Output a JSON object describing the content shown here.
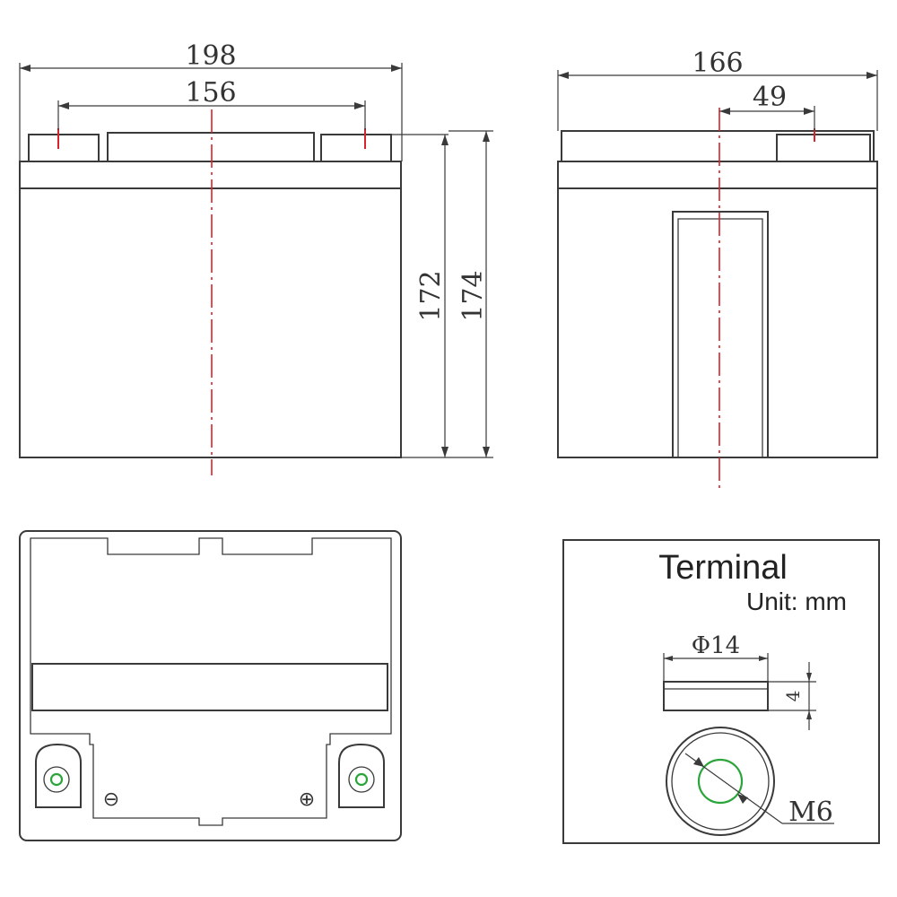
{
  "front_view": {
    "width_label": "198",
    "terminal_spacing_label": "156",
    "height_case_label": "172",
    "height_total_label": "174"
  },
  "side_view": {
    "width_label": "166",
    "terminal_offset_label": "49"
  },
  "bottom_view": {
    "negative_symbol": "⊖",
    "positive_symbol": "⊕"
  },
  "terminal_detail": {
    "title": "Terminal",
    "unit": "Unit: mm",
    "diameter_label": "Φ14",
    "thickness_label": "4",
    "thread_label": "M6"
  },
  "colors": {
    "outline": "#3a3a3a",
    "center_line": "#d8232a",
    "terminal_ring": "#2aa53a"
  }
}
